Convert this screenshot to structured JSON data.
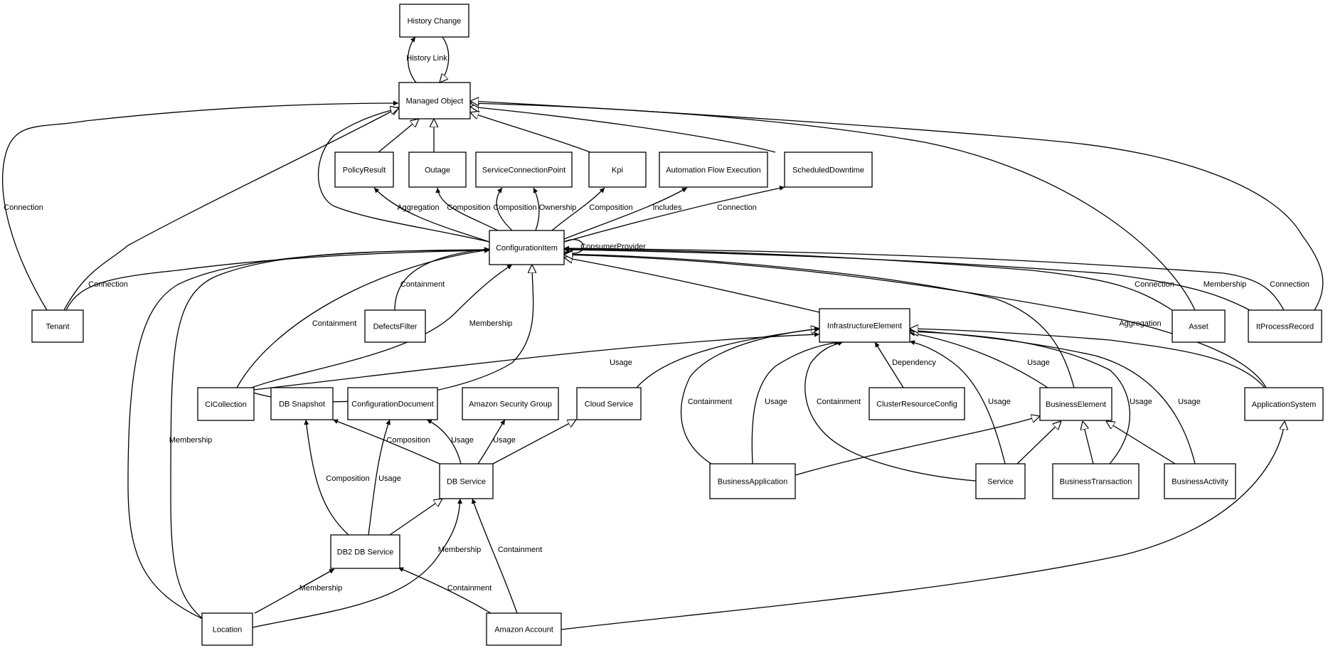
{
  "colors": {
    "node_fill": "#ffffff",
    "highlight_fill": "#e0e0ff",
    "stroke": "#000000"
  },
  "nodes": [
    {
      "id": "history_change",
      "label": "History Change"
    },
    {
      "id": "managed_object",
      "label": "Managed Object"
    },
    {
      "id": "policy_result",
      "label": "PolicyResult"
    },
    {
      "id": "outage",
      "label": "Outage"
    },
    {
      "id": "service_connection_point",
      "label": "ServiceConnectionPoint"
    },
    {
      "id": "kpi",
      "label": "Kpi"
    },
    {
      "id": "automation_flow_execution",
      "label": "Automation Flow Execution"
    },
    {
      "id": "scheduled_downtime",
      "label": "ScheduledDowntime"
    },
    {
      "id": "configuration_item",
      "label": "ConfigurationItem"
    },
    {
      "id": "tenant",
      "label": "Tenant"
    },
    {
      "id": "defects_filter",
      "label": "DefectsFilter"
    },
    {
      "id": "infrastructure_element",
      "label": "InfrastructureElement"
    },
    {
      "id": "asset",
      "label": "Asset"
    },
    {
      "id": "it_process_record",
      "label": "ItProcessRecord"
    },
    {
      "id": "ci_collection",
      "label": "CiCollection"
    },
    {
      "id": "db_snapshot",
      "label": "DB Snapshot"
    },
    {
      "id": "configuration_document",
      "label": "ConfigurationDocument"
    },
    {
      "id": "amazon_security_group",
      "label": "Amazon Security Group"
    },
    {
      "id": "cloud_service",
      "label": "Cloud Service"
    },
    {
      "id": "cluster_resource_config",
      "label": "ClusterResourceConfig"
    },
    {
      "id": "business_element",
      "label": "BusinessElement"
    },
    {
      "id": "application_system",
      "label": "ApplicationSystem"
    },
    {
      "id": "db_service",
      "label": "DB Service"
    },
    {
      "id": "business_application",
      "label": "BusinessApplication"
    },
    {
      "id": "service",
      "label": "Service"
    },
    {
      "id": "business_transaction",
      "label": "BusinessTransaction"
    },
    {
      "id": "business_activity",
      "label": "BusinessActivity"
    },
    {
      "id": "db2_db_service",
      "label": "DB2 DB Service",
      "highlighted": true
    },
    {
      "id": "location",
      "label": "Location"
    },
    {
      "id": "amazon_account",
      "label": "Amazon Account"
    }
  ],
  "edges": [
    {
      "id": "e_history_link",
      "label": "History Link"
    },
    {
      "id": "e_tenant_mo_conn",
      "label": "Connection"
    },
    {
      "id": "e_tenant_ci_conn",
      "label": "Connection"
    },
    {
      "id": "e_ci_policy",
      "label": "Aggregation"
    },
    {
      "id": "e_ci_outage",
      "label": "Composition"
    },
    {
      "id": "e_ci_scp_comp",
      "label": "Composition"
    },
    {
      "id": "e_ci_scp_own",
      "label": "Ownership"
    },
    {
      "id": "e_ci_kpi",
      "label": "Composition"
    },
    {
      "id": "e_ci_afe",
      "label": "Includes"
    },
    {
      "id": "e_ci_sd",
      "label": "Connection"
    },
    {
      "id": "e_ci_self",
      "label": "ConsumerProvider"
    },
    {
      "id": "e_ci_defects",
      "label": "Containment"
    },
    {
      "id": "e_asset_ci",
      "label": "Connection"
    },
    {
      "id": "e_itpr_member",
      "label": "Membership"
    },
    {
      "id": "e_itpr_conn",
      "label": "Connection"
    },
    {
      "id": "e_cicol_contain",
      "label": "Containment"
    },
    {
      "id": "e_cicol_member",
      "label": "Membership"
    },
    {
      "id": "e_appsys_agg",
      "label": "Aggregation"
    },
    {
      "id": "e_cicol_ie_usage",
      "label": "Usage"
    },
    {
      "id": "e_ie_crc_dep",
      "label": "Dependency"
    },
    {
      "id": "e_be_ie_usage",
      "label": "Usage"
    },
    {
      "id": "e_ba_ie_contain",
      "label": "Containment"
    },
    {
      "id": "e_ba_ie_usage",
      "label": "Usage"
    },
    {
      "id": "e_svc_ie_contain",
      "label": "Containment"
    },
    {
      "id": "e_svc_ie_usage",
      "label": "Usage"
    },
    {
      "id": "e_bt_ie_usage",
      "label": "Usage"
    },
    {
      "id": "e_bact_ie_usage",
      "label": "Usage"
    },
    {
      "id": "e_dbs_snap_comp",
      "label": "Composition"
    },
    {
      "id": "e_dbs_cdoc_usage",
      "label": "Usage"
    },
    {
      "id": "e_dbs_asg_usage",
      "label": "Usage"
    },
    {
      "id": "e_loc_member",
      "label": "Membership"
    },
    {
      "id": "e_db2_snap_comp",
      "label": "Composition"
    },
    {
      "id": "e_db2_cdoc_usage",
      "label": "Usage"
    },
    {
      "id": "e_loc_dbs_member",
      "label": "Membership"
    },
    {
      "id": "e_acct_dbs_contain",
      "label": "Containment"
    },
    {
      "id": "e_loc_db2_member",
      "label": "Membership"
    },
    {
      "id": "e_acct_db2_contain",
      "label": "Containment"
    }
  ]
}
